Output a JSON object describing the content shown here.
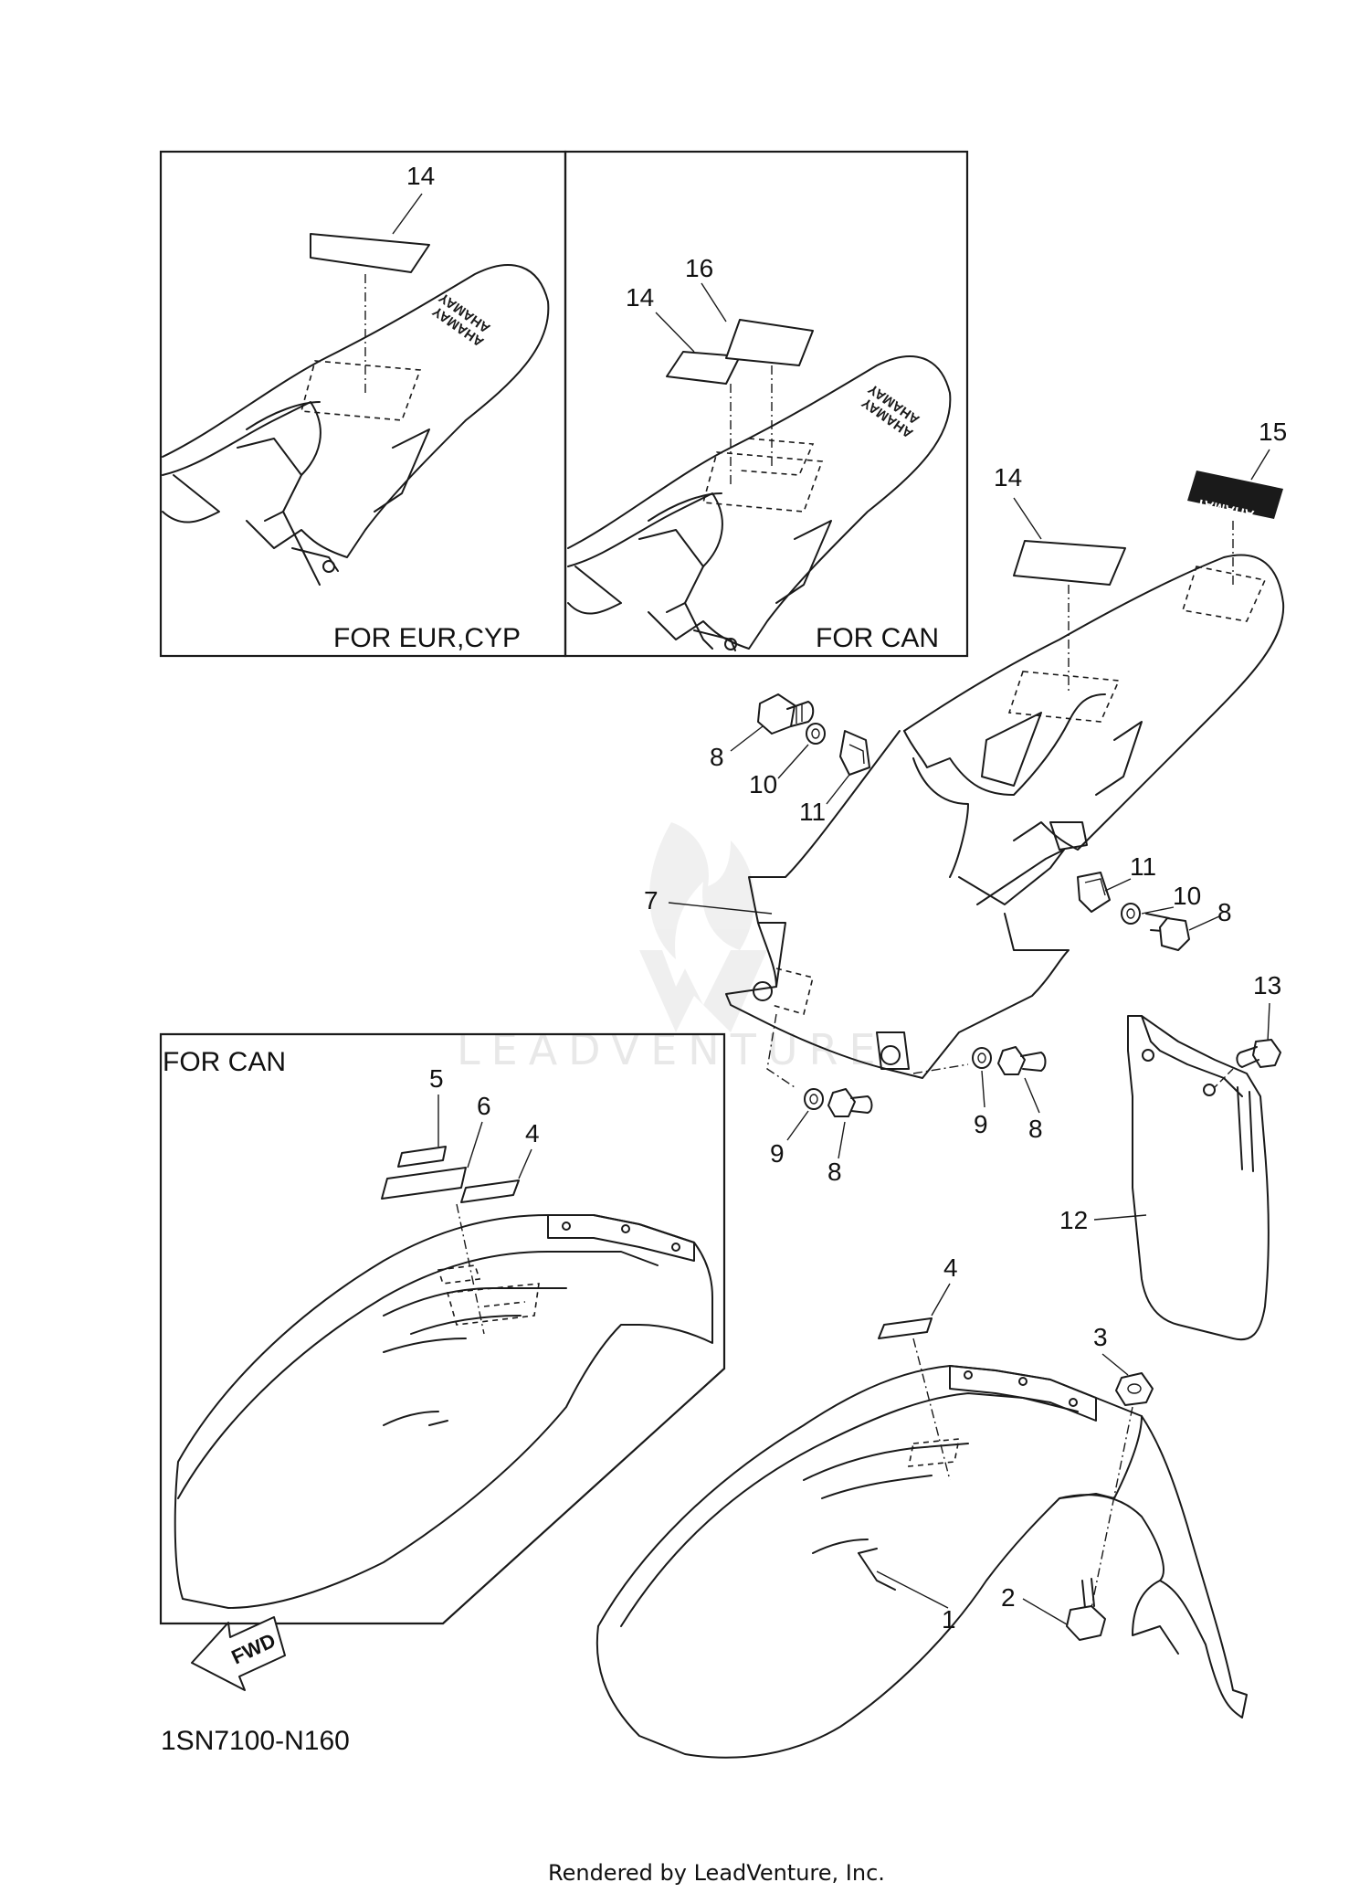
{
  "diagram": {
    "code": "1SN7100-N160",
    "footer": "Rendered by LeadVenture, Inc.",
    "watermark": "LEADVENTURE",
    "fwd_label": "FWD"
  },
  "insets": {
    "eur_cyp": {
      "caption": "FOR EUR,CYP",
      "callouts": [
        "14"
      ],
      "emblem": "YAMAHA"
    },
    "can_rear": {
      "caption": "FOR CAN",
      "callouts": [
        "16",
        "14"
      ],
      "emblem": "YAMAHA"
    },
    "can_front": {
      "caption": "FOR CAN",
      "callouts": [
        "5",
        "6",
        "4"
      ]
    }
  },
  "main": {
    "rear_fender_callouts": [
      "15",
      "14",
      "8",
      "10",
      "11",
      "7",
      "11",
      "10",
      "8",
      "9",
      "8",
      "9",
      "8",
      "13",
      "12"
    ],
    "decal_text": "YAMAHA",
    "front_fender_callouts": [
      "4",
      "3",
      "2",
      "1"
    ]
  }
}
